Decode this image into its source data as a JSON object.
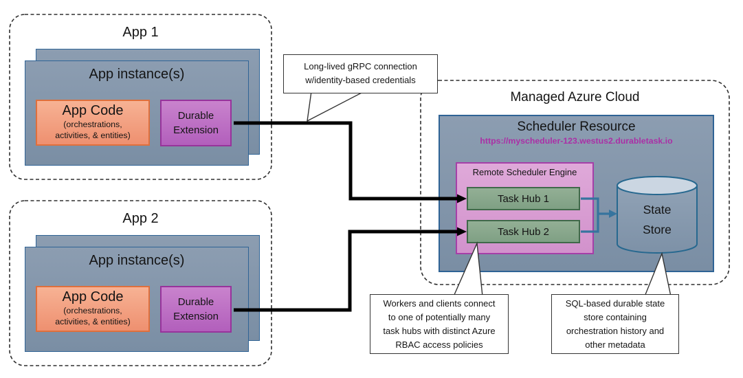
{
  "colors": {
    "instance_box_fill": "#8C9DB1",
    "instance_box_border": "#2F6395",
    "app_code_fill": "#F3A385",
    "app_code_border": "#DF6F3C",
    "durable_extension_fill": "#BF73C4",
    "durable_extension_border": "#97339B",
    "engine_fill": "#DAA0D4",
    "engine_border": "#A53FA8",
    "task_hub_fill": "#89A78D",
    "task_hub_border": "#40694A",
    "cylinder_body_fill": "#8A9CB0",
    "cylinder_top_fill": "#CBD6E2",
    "cylinder_border": "#26688F",
    "url_color": "#AB2FA6",
    "connector_blue": "#36749E",
    "arrow_black": "#000000",
    "dashed_border": "#2E2E2E"
  },
  "app1": {
    "title": "App 1",
    "instances_label": "App instance(s)",
    "app_code": {
      "title": "App Code",
      "subtitle_lines": [
        "(orchestrations,",
        "activities, & entities)"
      ]
    },
    "durable_extension_lines": [
      "Durable",
      "Extension"
    ]
  },
  "app2": {
    "title": "App 2",
    "instances_label": "App instance(s)",
    "app_code": {
      "title": "App Code",
      "subtitle_lines": [
        "(orchestrations,",
        "activities, & entities)"
      ]
    },
    "durable_extension_lines": [
      "Durable",
      "Extension"
    ]
  },
  "cloud": {
    "title": "Managed Azure Cloud",
    "scheduler": {
      "title": "Scheduler Resource",
      "url": "https://myscheduler-123.westus2.durabletask.io",
      "engine": {
        "title": "Remote Scheduler Engine",
        "hubs": [
          "Task Hub 1",
          "Task Hub 2"
        ]
      },
      "state_store_lines": [
        "State",
        "Store"
      ]
    }
  },
  "callouts": {
    "grpc_lines": [
      "Long-lived gRPC connection",
      "w/identity-based credentials"
    ],
    "workers_lines": [
      "Workers and clients connect",
      "to one of potentially many",
      "task hubs with distinct Azure",
      "RBAC access policies"
    ],
    "sql_lines": [
      "SQL-based durable state",
      "store containing",
      "orchestration history and",
      "other metadata"
    ]
  }
}
